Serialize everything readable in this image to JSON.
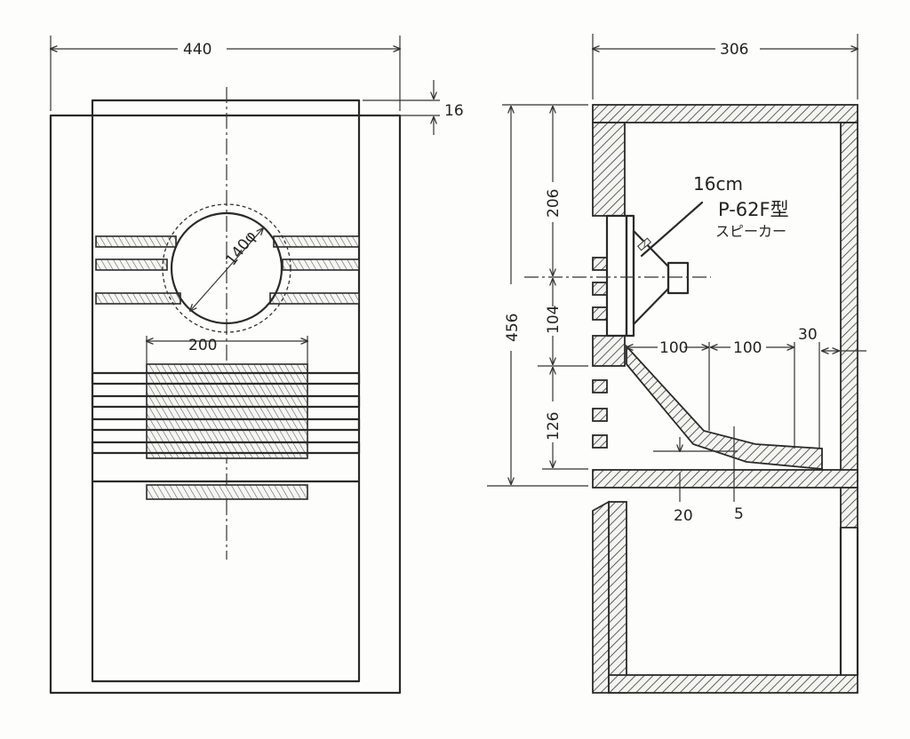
{
  "front_view": {
    "width_dim": "440",
    "top_offset_dim": "16",
    "hole_dim": "140φ",
    "port_width_dim": "200"
  },
  "side_view": {
    "depth_dim": "306",
    "height_dim": "456",
    "upper_dim": "206",
    "mid_dim": "104",
    "lower_dim": "126",
    "horn_dim_1": "100",
    "horn_dim_2": "100",
    "back_gap_dim": "30",
    "shelf_dim": "20",
    "small_dim": "5",
    "speaker_size": "16cm",
    "speaker_model": "P-62F型",
    "speaker_note": "スピーカー"
  }
}
